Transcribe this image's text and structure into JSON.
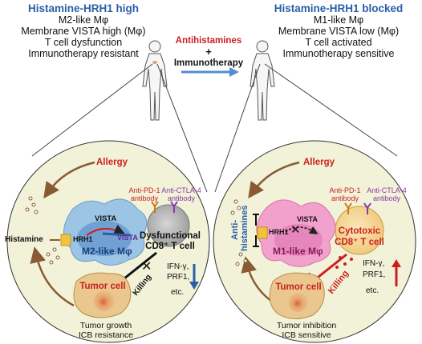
{
  "left_header": {
    "title": "Histamine-HRH1 high",
    "lines": [
      "M2-like Mφ",
      "Membrane VISTA high (Mφ)",
      "T cell dysfunction",
      "Immunotherapy resistant"
    ]
  },
  "right_header": {
    "title": "Histamine-HRH1 blocked",
    "lines": [
      "M1-like Mφ",
      "Membrane VISTA low (Mφ)",
      "T cell activated",
      "Immunotherapy sensitive"
    ]
  },
  "center": {
    "line1": "Antihistamines",
    "plus": "+",
    "line2": "Immunotherapy"
  },
  "left_panel": {
    "allergy": "Allergy",
    "histamine": "Histamine",
    "hrh1": "HRH1",
    "vista_top": "VISTA",
    "vista_side": "VISTA",
    "macrophage": "M2-like Mφ",
    "anti_pd1": [
      "Anti-PD-1",
      "antibody"
    ],
    "anti_ctla4": [
      "Anti-CTLA-4",
      "antibody"
    ],
    "tcell": [
      "Dysfunctional",
      "CD8⁺ T cell"
    ],
    "killing": "Killing",
    "cytokines": [
      "IFN-γ,",
      "PRF1,",
      "etc."
    ],
    "tumor": "Tumor cell",
    "footer": [
      "Tumor growth",
      "ICB resistance"
    ]
  },
  "right_panel": {
    "allergy": "Allergy",
    "antihistamines": [
      "Anti-",
      "histamines"
    ],
    "hrh1": "HRH1",
    "vista": "VISTA",
    "macrophage": "M1-like Mφ",
    "anti_pd1": [
      "Anti-PD-1",
      "antibody"
    ],
    "anti_ctla4": [
      "Anti-CTLA-4",
      "antibody"
    ],
    "tcell": [
      "Cytotoxic",
      "CD8⁺ T cell"
    ],
    "killing": "Killing",
    "cytokines": [
      "IFN-γ,",
      "PRF1,",
      "etc."
    ],
    "tumor": "Tumor cell",
    "footer": [
      "Tumor inhibition",
      "ICB sensitive"
    ]
  },
  "colors": {
    "title_blue": "#2a5fa8",
    "allergy_red": "#cc1f1f",
    "panel_fill": "#f1f2d8",
    "arrow_brown": "#8a5a33",
    "m2_blue": "#9cc4e4",
    "m1_pink": "#f2a0cc",
    "tumor": "#e2b274",
    "vista_purple": "#5b2a8c",
    "ctla4_purple": "#8a3aa8"
  }
}
